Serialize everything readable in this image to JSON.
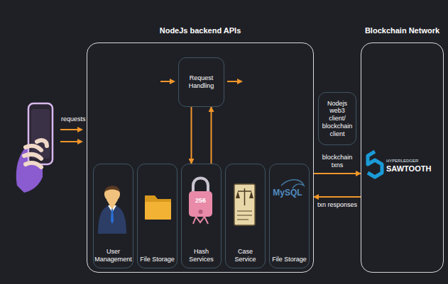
{
  "diagram": {
    "nodes": [
      {
        "text": [
          "NodeJs backend APIs"
        ]
      },
      {
        "text": [
          "Request Handling"
        ],
        "in": 0
      },
      {
        "text": [
          "User Management"
        ],
        "in": 0
      },
      {
        "text": [
          "File Storage"
        ],
        "in": 0
      },
      {
        "text": [
          "Hash Services"
        ],
        "in": 0
      },
      {
        "text": [
          "Case Service"
        ],
        "in": 0
      },
      {
        "text": [
          "File Storage"
        ],
        "in": 0
      },
      {
        "text": [
          "Nodejs web3 client/ blockchain client"
        ]
      },
      {
        "text": [
          "Blockchain Network"
        ]
      }
    ],
    "edges": [
      {
        "from": 1,
        "to": 4,
        "arrow": "to"
      },
      {
        "from": 4,
        "to": 1,
        "arrow": "to"
      },
      {
        "from": 0,
        "to": 8,
        "label": "blockchain txns",
        "arrow": "to"
      },
      {
        "from": 8,
        "to": 0,
        "label": "txn responses",
        "arrow": "to"
      }
    ],
    "labels": [
      "requests",
      "256",
      "MySQL",
      "HYPERLEDGER",
      "SAWTOOTH"
    ]
  }
}
